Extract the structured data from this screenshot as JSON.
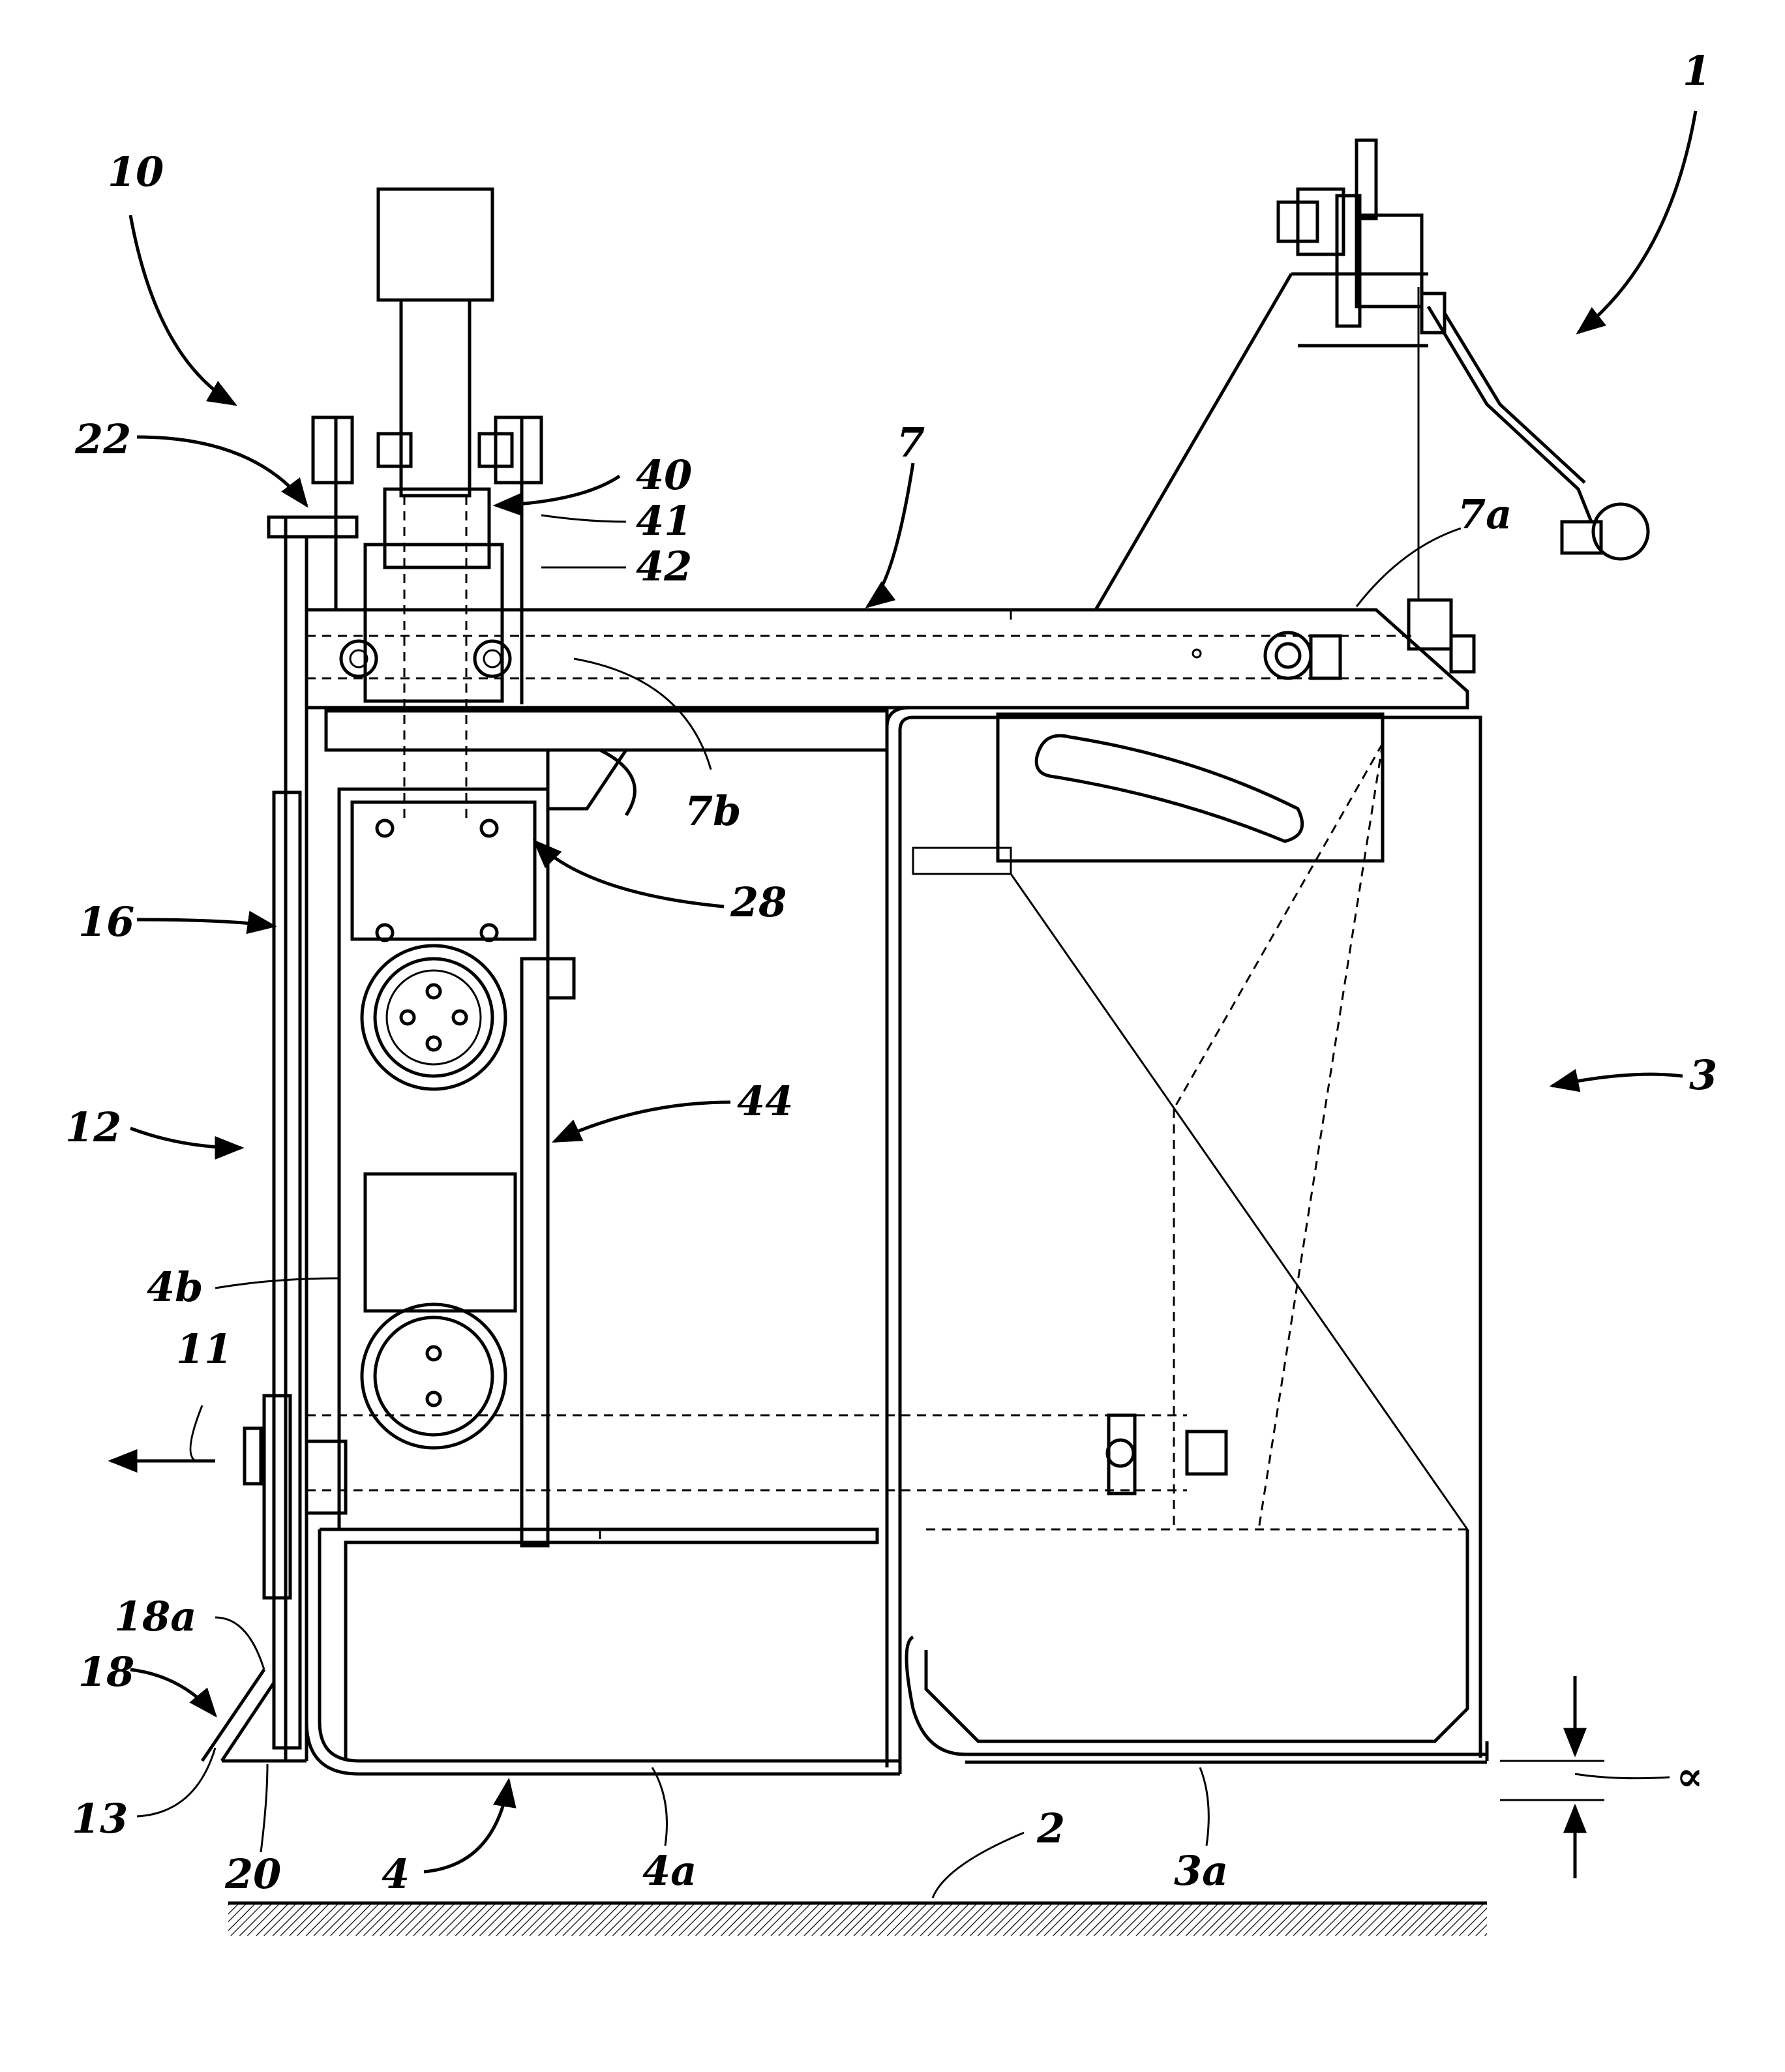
{
  "labels": {
    "l1": "1",
    "l10": "10",
    "l22": "22",
    "l40": "40",
    "l41": "41",
    "l42": "42",
    "l7": "7",
    "l7a": "7a",
    "l7b": "7b",
    "l28": "28",
    "l16": "16",
    "l44": "44",
    "l3": "3",
    "l12": "12",
    "l4b": "4b",
    "l11": "11",
    "l18a": "18a",
    "l18": "18",
    "l13": "13",
    "l20": "20",
    "l4": "4",
    "l4a": "4a",
    "l2": "2",
    "l3a": "3a",
    "alpha": "∝"
  }
}
